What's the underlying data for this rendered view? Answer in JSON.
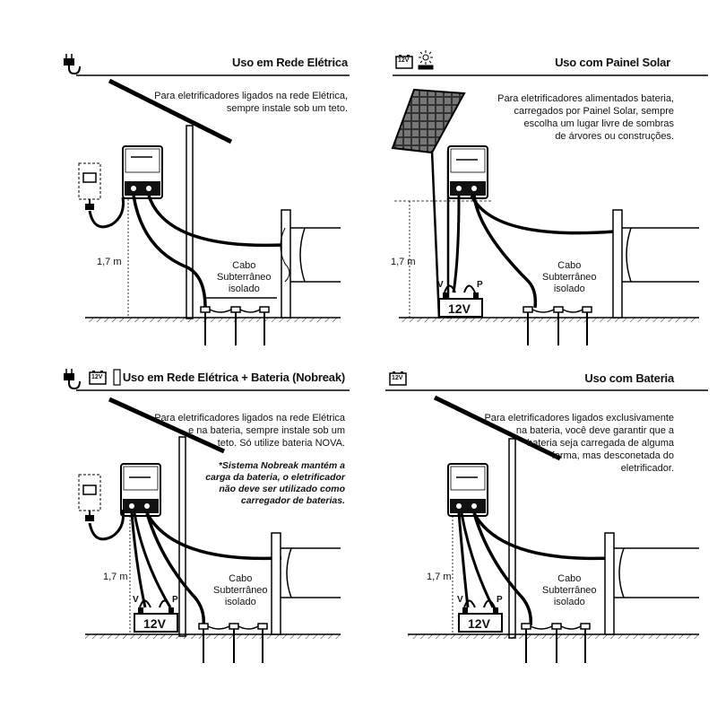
{
  "panels": [
    {
      "title": "Uso em Rede Elétrica",
      "description": [
        "Para eletrificadores ligados na rede Elétrica,",
        "sempre instale sob um teto."
      ],
      "cable_label": [
        "Cabo",
        "Subterrâneo",
        "isolado"
      ],
      "height_label": "1,7 m"
    },
    {
      "title": "Uso com Painel Solar",
      "description": [
        "Para eletrificadores alimentados bateria,",
        "carregados por Painel Solar, sempre",
        "escolha um lugar livre de sombras",
        "de árvores ou construções."
      ],
      "cable_label": [
        "Cabo",
        "Subterrâneo",
        "isolado"
      ],
      "height_label": "1,7 m",
      "battery_label": "12V",
      "battery_icon_label": "12V",
      "terminal_v": "V",
      "terminal_p": "P"
    },
    {
      "title": "Uso em Rede Elétrica + Bateria (Nobreak)",
      "description": [
        "Para eletrificadores ligados na rede Elétrica",
        "e na bateria, sempre instale sob um",
        "teto. Só utilize bateria NOVA."
      ],
      "note": [
        "*Sistema Nobreak mantém a",
        "carga da bateria, o eletrificador",
        "não deve ser utilizado como",
        "carregador de baterias."
      ],
      "cable_label": [
        "Cabo",
        "Subterrâneo",
        "isolado"
      ],
      "height_label": "1,7 m",
      "battery_label": "12V",
      "battery_icon_label": "12V",
      "terminal_v": "V",
      "terminal_p": "P"
    },
    {
      "title": "Uso com Bateria",
      "description": [
        "Para eletrificadores ligados exclusivamente",
        "na bateria, você deve garantir que a",
        "bateria seja carregada de alguma",
        "forma, mas desconetada do",
        "eletrificador."
      ],
      "cable_label": [
        "Cabo",
        "Subterrâneo",
        "isolado"
      ],
      "height_label": "1,7 m",
      "battery_label": "12V",
      "battery_icon_label": "12V",
      "terminal_v": "V",
      "terminal_p": "P"
    }
  ]
}
